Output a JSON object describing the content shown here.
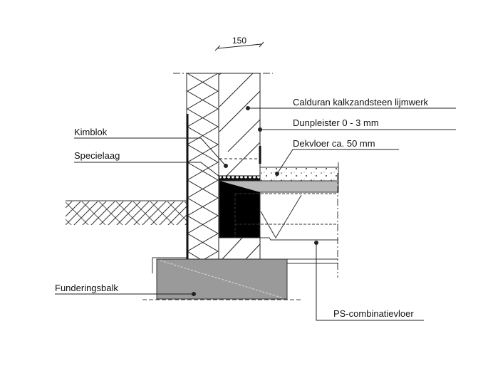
{
  "dimension": {
    "value": "150"
  },
  "labels": {
    "calduran": "Calduran kalkzandsteen lijmwerk",
    "dunpleister": "Dunpleister 0 - 3 mm",
    "dekvloer": "Dekvloer ca. 50 mm",
    "kimblok": "Kimblok",
    "specielaag": "Specielaag",
    "funderingsbalk": "Funderingsbalk",
    "ps_vloer": "PS-combinatievloer"
  },
  "colors": {
    "concrete": "#b9b9b9",
    "footing": "#9a9a9a",
    "line": "#222222"
  }
}
